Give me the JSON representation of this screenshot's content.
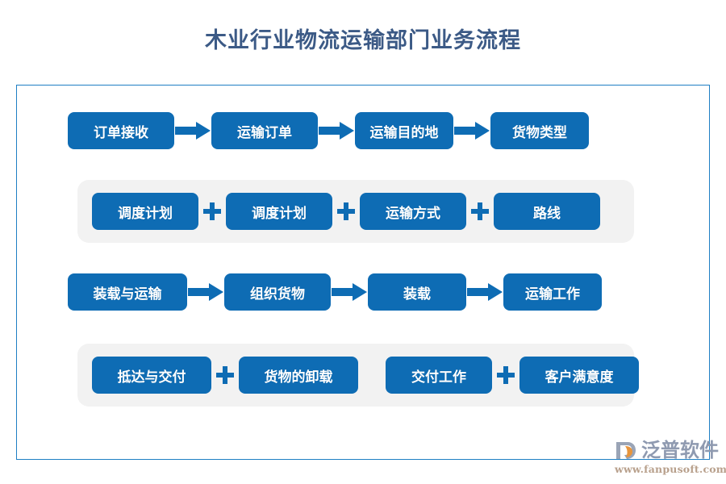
{
  "title": "木业行业物流运输部门业务流程",
  "theme": {
    "node_fill": "#0e6cb4",
    "node_text": "#ffffff",
    "band_fill": "#f2f2f2",
    "frame_border": "#1f7fc4",
    "title_color": "#3c5a86",
    "page_background": "#ffffff",
    "connector_color": "#0e6cb4"
  },
  "flow": {
    "rows": [
      {
        "id": "row-1",
        "style": "arrows",
        "connector": "arrow-right-icon",
        "nodes": [
          {
            "label": "订单接收"
          },
          {
            "label": "运输订单"
          },
          {
            "label": "运输目的地"
          },
          {
            "label": "货物类型"
          }
        ]
      },
      {
        "id": "row-2",
        "style": "band",
        "connector": "plus-icon",
        "nodes": [
          {
            "label": "调度计划"
          },
          {
            "label": "调度计划"
          },
          {
            "label": "运输方式"
          },
          {
            "label": "路线"
          }
        ]
      },
      {
        "id": "row-3",
        "style": "arrows",
        "connector": "arrow-right-icon",
        "nodes": [
          {
            "label": "装载与运输"
          },
          {
            "label": "组织货物"
          },
          {
            "label": "装载"
          },
          {
            "label": "运输工作"
          }
        ]
      },
      {
        "id": "row-4",
        "style": "band",
        "connector": "plus-icon",
        "nodes": [
          {
            "label": "抵达与交付"
          },
          {
            "label": "货物的卸载"
          },
          {
            "label": "交付工作"
          },
          {
            "label": "客户满意度"
          }
        ]
      }
    ]
  },
  "logo": {
    "name": "泛普软件",
    "url": "www.fanpusoft.com",
    "mark_colors": {
      "primary": "#e8953c",
      "secondary": "#9aa4b6"
    }
  }
}
